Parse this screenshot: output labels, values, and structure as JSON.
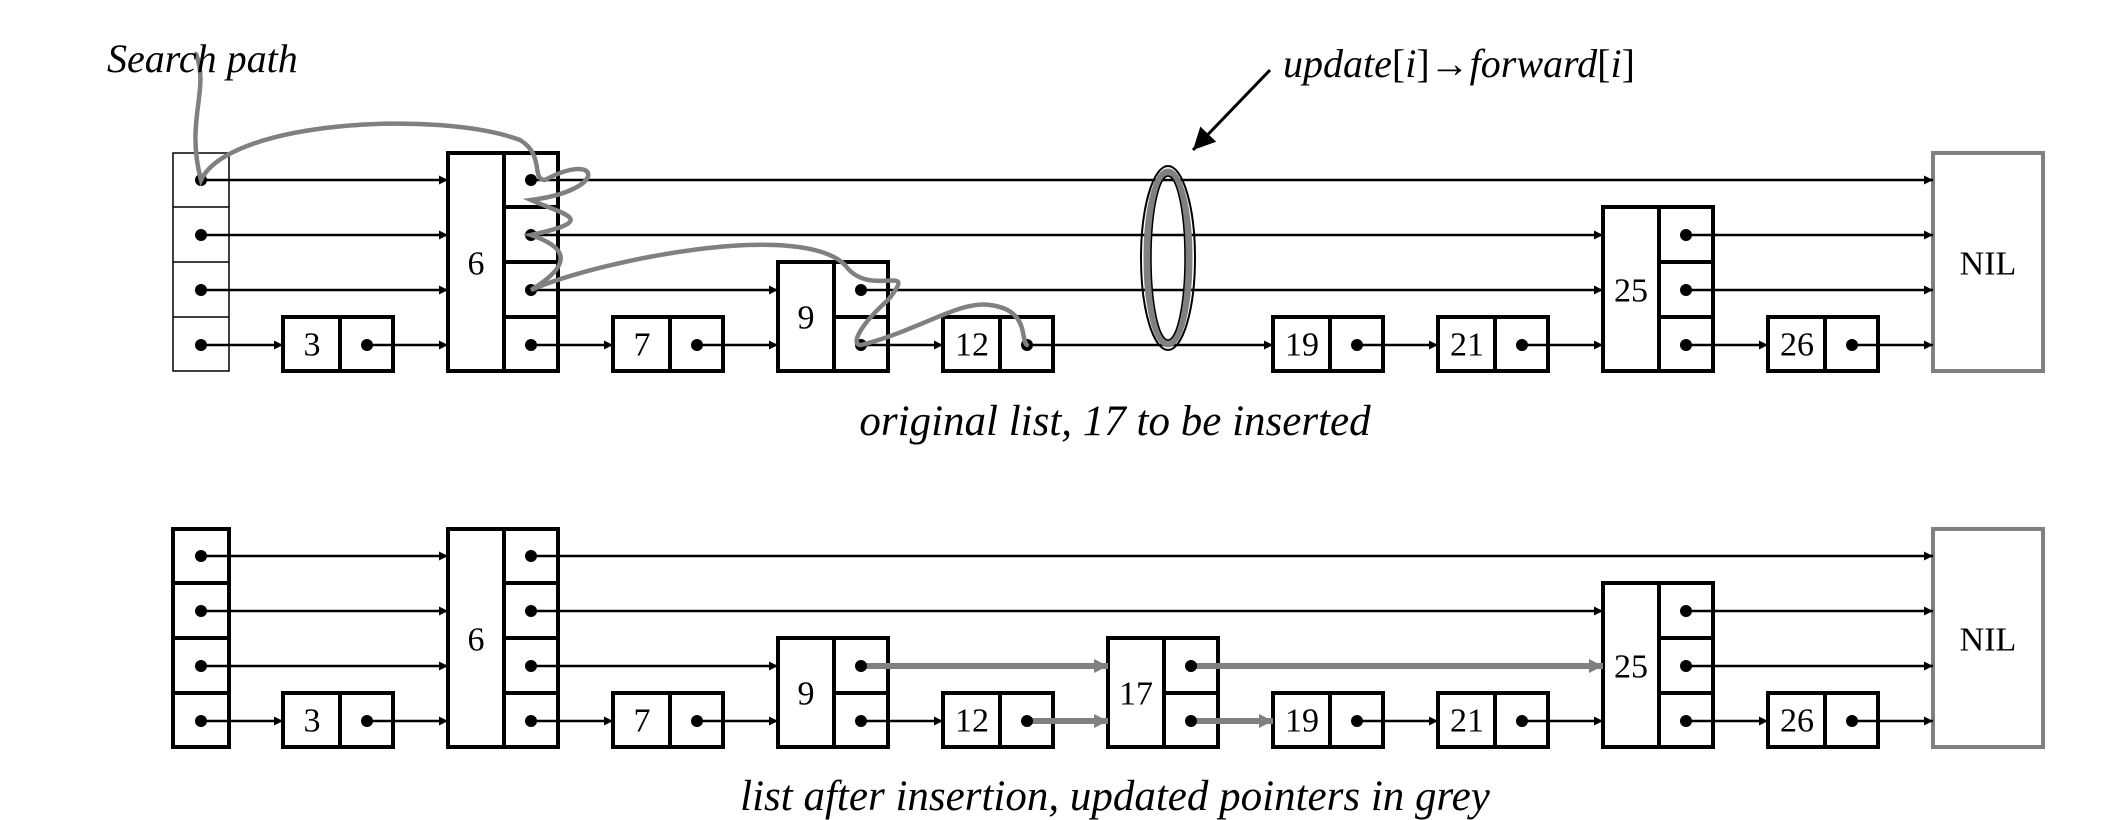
{
  "labels": {
    "search_path": "Search path",
    "update_prefix": "update",
    "update_index_1": "[",
    "update_i_1": "i",
    "update_index_close_1": "]",
    "update_arrow": "→",
    "update_forward": "forward",
    "update_index_2": "[",
    "update_i_2": "i",
    "update_index_close_2": "]",
    "caption_top": "original list, 17 to be inserted",
    "caption_bottom": "list after insertion, updated pointers in grey"
  },
  "top_list": {
    "nil_label": "NIL",
    "nodes": [
      {
        "key": "3",
        "levels": 1
      },
      {
        "key": "6",
        "levels": 4
      },
      {
        "key": "7",
        "levels": 1
      },
      {
        "key": "9",
        "levels": 2
      },
      {
        "key": "12",
        "levels": 1
      },
      {
        "key": "19",
        "levels": 1
      },
      {
        "key": "21",
        "levels": 1
      },
      {
        "key": "25",
        "levels": 3
      },
      {
        "key": "26",
        "levels": 1
      }
    ]
  },
  "bottom_list": {
    "nil_label": "NIL",
    "nodes": [
      {
        "key": "3",
        "levels": 1
      },
      {
        "key": "6",
        "levels": 4
      },
      {
        "key": "7",
        "levels": 1
      },
      {
        "key": "9",
        "levels": 2
      },
      {
        "key": "12",
        "levels": 1
      },
      {
        "key": "17",
        "levels": 2
      },
      {
        "key": "19",
        "levels": 1
      },
      {
        "key": "21",
        "levels": 1
      },
      {
        "key": "25",
        "levels": 3
      },
      {
        "key": "26",
        "levels": 1
      }
    ]
  },
  "colors": {
    "ink": "#000000",
    "grey": "#808080"
  }
}
